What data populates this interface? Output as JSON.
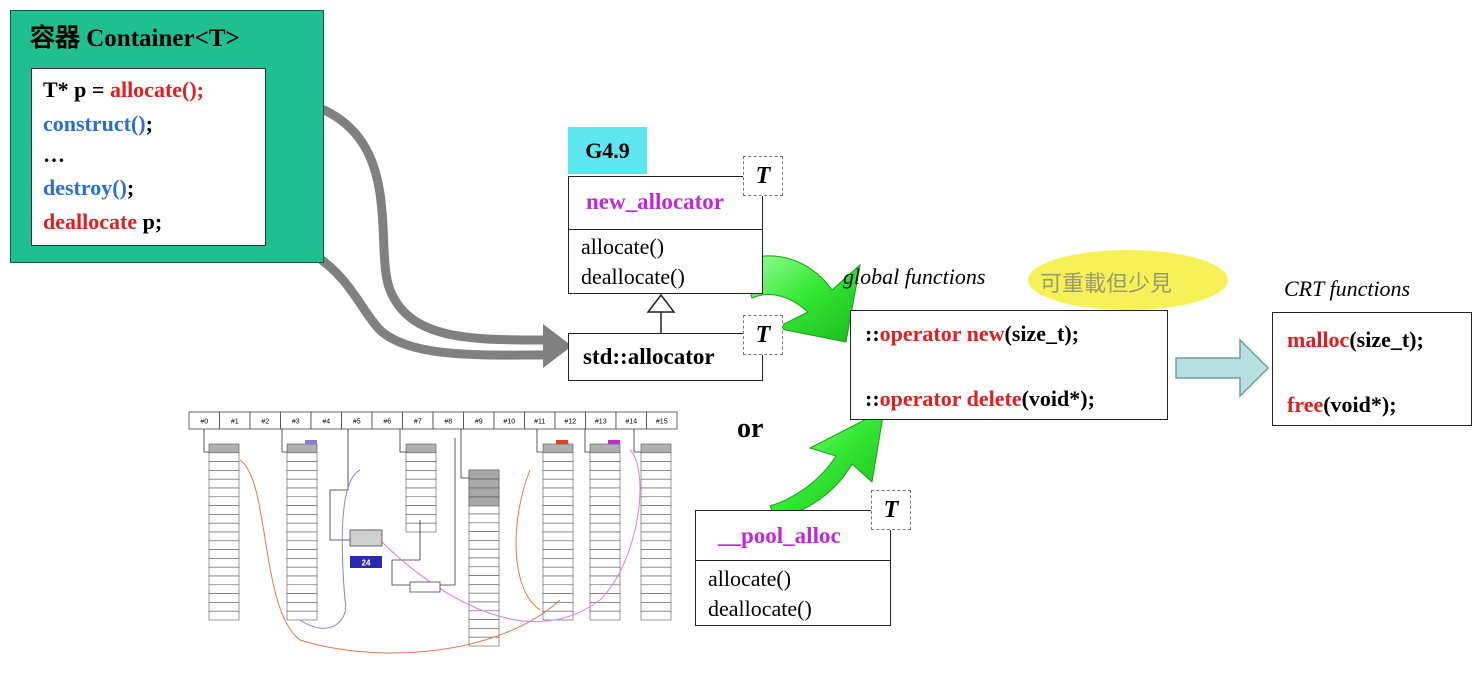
{
  "container": {
    "title": "容器 Container<T>",
    "lines": [
      {
        "parts": [
          {
            "text": "T* p = ",
            "color": "black"
          },
          {
            "text": "allocate();",
            "color": "red"
          }
        ]
      },
      {
        "parts": [
          {
            "text": "construct()",
            "color": "blue"
          },
          {
            "text": ";",
            "color": "black"
          }
        ]
      },
      {
        "parts": [
          {
            "text": "…",
            "color": "black"
          }
        ]
      },
      {
        "parts": [
          {
            "text": "destroy()",
            "color": "blue"
          },
          {
            "text": ";",
            "color": "black"
          }
        ]
      },
      {
        "parts": [
          {
            "text": "deallocate",
            "color": "red"
          },
          {
            "text": " p;",
            "color": "black"
          }
        ]
      }
    ]
  },
  "version_badge": "G4.9",
  "new_allocator": {
    "name": "new_allocator",
    "template": "T",
    "methods": [
      "allocate()",
      "deallocate()"
    ]
  },
  "std_allocator": {
    "name": "std::allocator",
    "template": "T"
  },
  "pool_alloc": {
    "name": "__pool_alloc",
    "template": "T",
    "methods": [
      "allocate()",
      "deallocate()"
    ]
  },
  "or_label": "or",
  "global_label": "global functions",
  "global_note": "可重載但少見",
  "global_functions": {
    "op_new": {
      "prefix": "::",
      "red": "operator new",
      "suffix": "(size_t);"
    },
    "op_delete": {
      "prefix": "::",
      "red": "operator delete",
      "suffix": "(void*);"
    }
  },
  "crt_label": "CRT functions",
  "crt_functions": {
    "malloc": {
      "red": "malloc",
      "suffix": "(size_t);"
    },
    "free": {
      "red": "free",
      "suffix": "(void*);"
    }
  },
  "pool_diagram": {
    "slots": [
      "#0",
      "#1",
      "#2",
      "#3",
      "#4",
      "#5",
      "#6",
      "#7",
      "#8",
      "#9",
      "#10",
      "#11",
      "#12",
      "#13",
      "#14",
      "#15"
    ],
    "badge": "24"
  },
  "colors": {
    "container_bg": "#1fbf8f",
    "badge_bg": "#5ce6ef",
    "red": "#e02020",
    "blue": "#2a6fd6",
    "purple": "#c028d8",
    "green_arrow": "#3ef23e",
    "teal_arrow": "#b8e0e0",
    "highlight": "#f5ef3a"
  }
}
